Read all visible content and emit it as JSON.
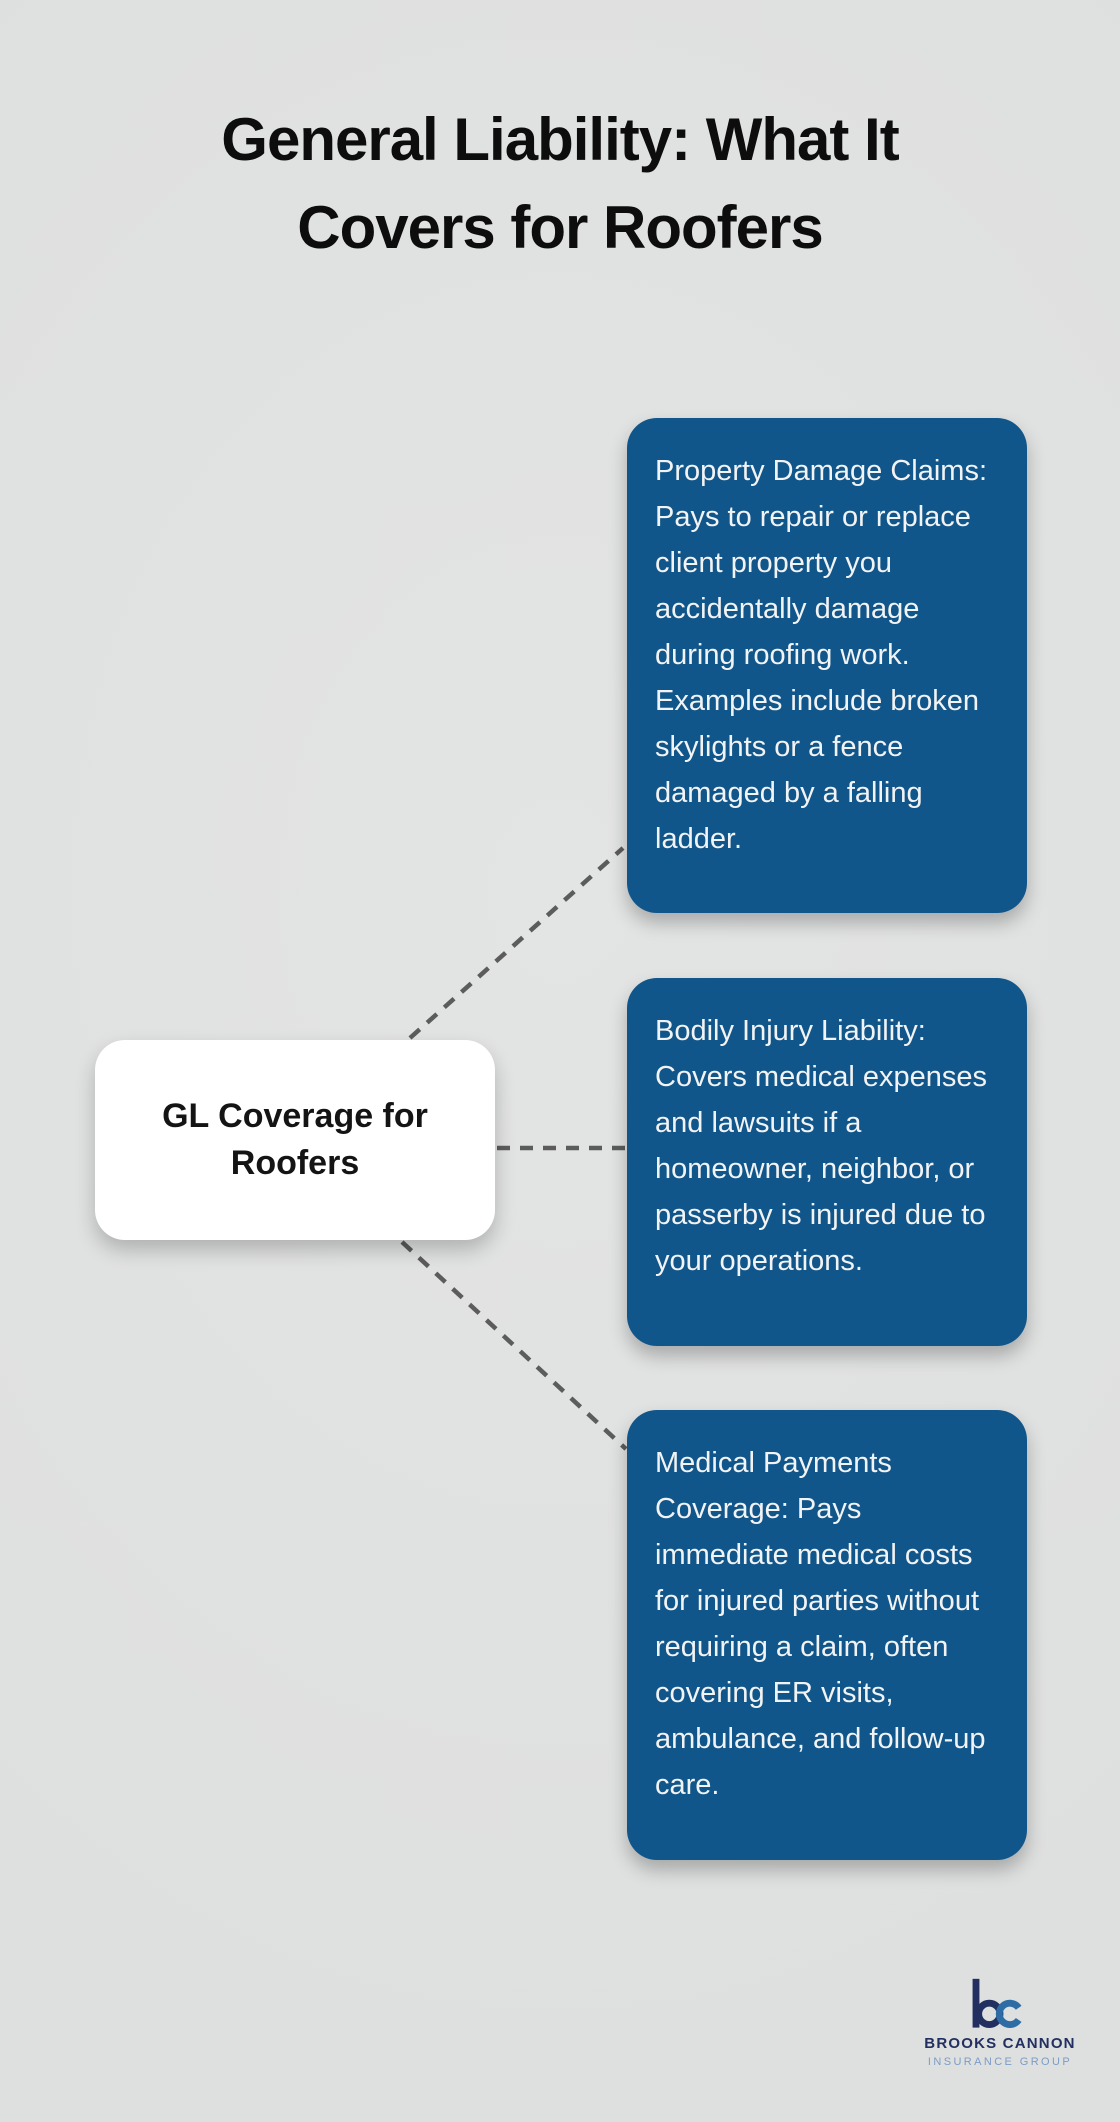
{
  "title": {
    "line1": "General Liability: What It",
    "line2": "Covers for Roofers"
  },
  "center_node": {
    "label": "GL Coverage for Roofers"
  },
  "branches": [
    {
      "text": "Property Damage Claims: Pays to repair or replace client property you accidentally damage during roofing work. Examples include broken skylights or a fence damaged by a falling ladder."
    },
    {
      "text": "Bodily Injury Liability: Covers medical expenses and lawsuits if a homeowner, neighbor, or passerby is injured due to your operations."
    },
    {
      "text": "Medical Payments Coverage: Pays immediate medical costs for injured parties without requiring a claim, often covering ER visits, ambulance, and follow-up care."
    }
  ],
  "logo": {
    "monogram": "bc",
    "name": "BROOKS CANNON",
    "tagline": "INSURANCE GROUP"
  },
  "colors": {
    "background": "#e0e1e1",
    "card_blue": "#11568a",
    "card_text": "#f2f3f4",
    "node_background": "#ffffff",
    "node_text": "#141414",
    "title_text": "#0d0d0d",
    "connector_gray": "#5c5c5c",
    "logo_navy": "#223061",
    "logo_blue": "#2e6ca6",
    "logo_tagline_blue": "#7c9cc6"
  }
}
